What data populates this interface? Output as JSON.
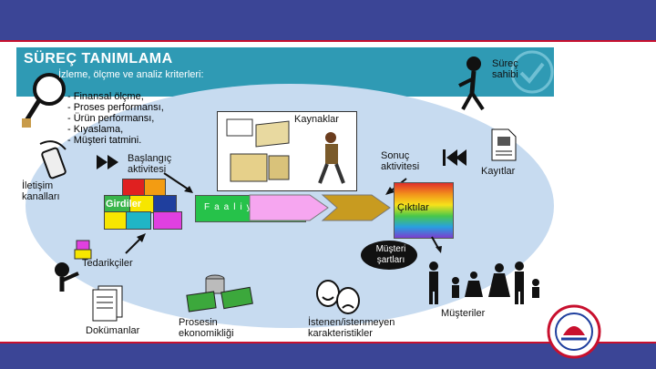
{
  "slide": {
    "title": "SÜREÇ TANIMLAMA",
    "measure_header": "İzleme, ölçme ve analiz kriterleri:",
    "measure_items": [
      "- Finansal ölçme,",
      "- Proses performansı,",
      "- Ürün performansı,",
      "- Kıyaslama,",
      "- Müşteri tatmini."
    ],
    "labels": {
      "process_owner": "Süreç sahibi",
      "resources": "Kaynaklar",
      "start_activity": "Başlangıç aktivitesi",
      "end_activity": "Sonuç aktivitesi",
      "records": "Kayıtlar",
      "comm_channels": "İletişim kanalları",
      "inputs": "Girdiler",
      "activities": "Faaliyetler",
      "outputs": "Çıktılar",
      "customer_requirements": "Müşteri şartları",
      "suppliers": "Tedarikçiler",
      "customers": "Müşteriler",
      "documents": "Dokümanlar",
      "process_economics": "Prosesin ekonomikliği",
      "characteristics": "İstenen/istenmeyen karakteristikler"
    }
  },
  "colors": {
    "header_bar": "#3b4596",
    "accent_line": "#c8102e",
    "slide_band": "#2f9ab4",
    "ellipse": "#c7dbf0"
  }
}
